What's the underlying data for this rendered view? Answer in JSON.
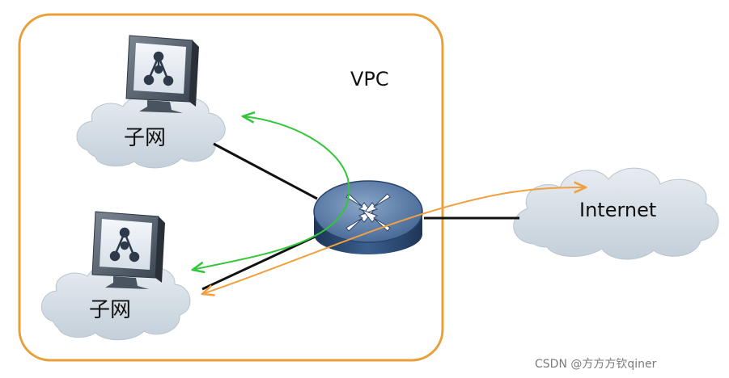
{
  "vpc": {
    "label": "VPC"
  },
  "subnets": [
    {
      "label": "子网"
    },
    {
      "label": "子网"
    }
  ],
  "internet": {
    "label": "Internet"
  },
  "watermark": {
    "text": "CSDN @方方方钦qiner"
  },
  "icons": [
    "monitor-icon",
    "network-node-icon",
    "router-icon",
    "cloud-icon"
  ],
  "colors": {
    "vpc_border": "#E8A03A",
    "cloud_fill": "#D3DCE4",
    "router_fill": "#2F4E78",
    "green_arrow": "#33C63A",
    "orange_arrow": "#F0A040",
    "link_line": "#111111"
  }
}
